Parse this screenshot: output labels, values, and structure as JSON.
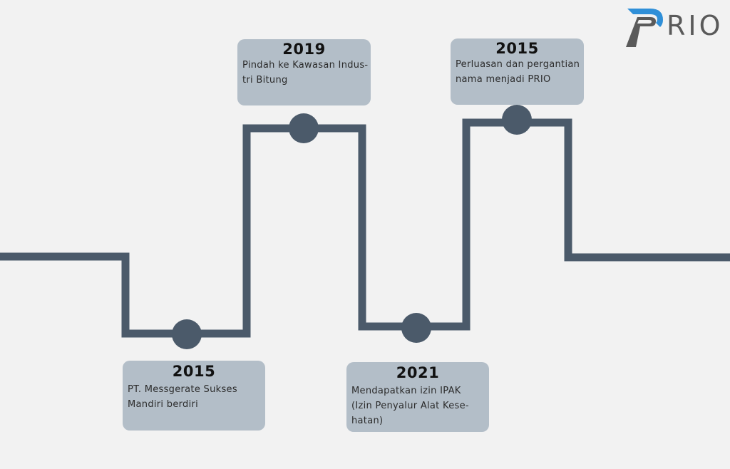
{
  "colors": {
    "background": "#f2f2f2",
    "line": "#4b5a6a",
    "card": "#b3bec8",
    "logo_blue": "#2f8fd8",
    "logo_gray": "#5a5a5a"
  },
  "logo": {
    "text": "RIO",
    "icon": "prio-p-logo-icon"
  },
  "milestones": [
    {
      "year": "2015",
      "lines": [
        "PT. Messgerate Sukses",
        "Mandiri berdiri"
      ]
    },
    {
      "year": "2019",
      "lines": [
        "Pindah ke Kawasan Indus-",
        "tri Bitung"
      ]
    },
    {
      "year": "2021",
      "lines": [
        "Mendapatkan izin IPAK",
        "(Izin Penyalur Alat Kese-",
        "hatan)"
      ]
    },
    {
      "year": "2015",
      "lines": [
        "Perluasan dan pergantian",
        "nama menjadi PRIO"
      ]
    }
  ]
}
